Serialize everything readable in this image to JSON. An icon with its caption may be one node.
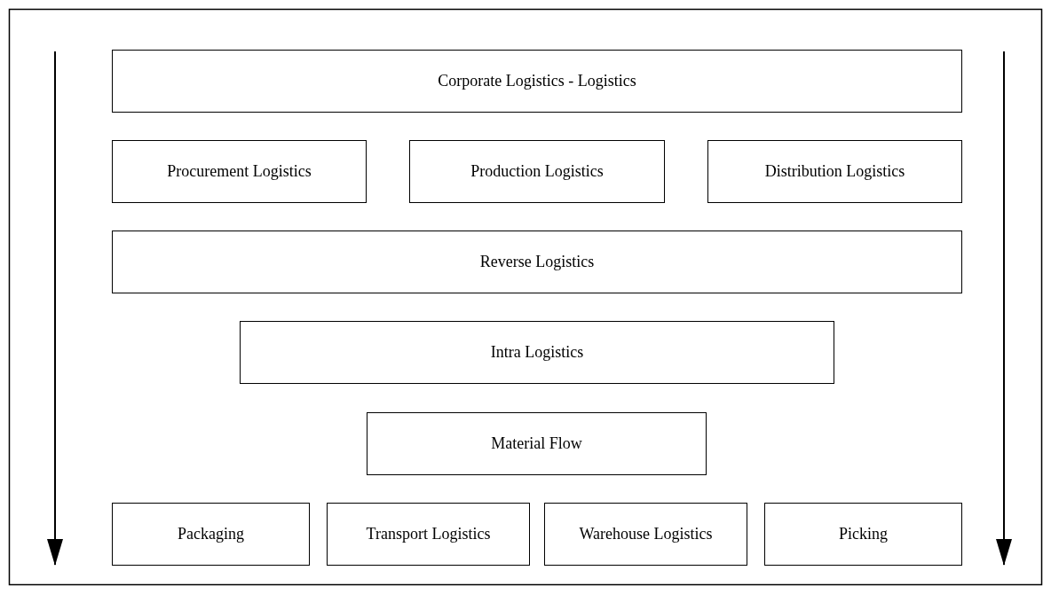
{
  "diagram": {
    "nodes": [
      {
        "text": [
          "Corporate Logistics - Logistics"
        ]
      },
      {
        "text": [
          "Procurement Logistics"
        ]
      },
      {
        "text": [
          "Production Logistics"
        ]
      },
      {
        "text": [
          "Distribution Logistics"
        ]
      },
      {
        "text": [
          "Reverse Logistics"
        ]
      },
      {
        "text": [
          "Intra Logistics"
        ]
      },
      {
        "text": [
          "Material Flow"
        ]
      },
      {
        "text": [
          "Packaging"
        ]
      },
      {
        "text": [
          "Transport Logistics"
        ]
      },
      {
        "text": [
          "Warehouse Logistics"
        ]
      },
      {
        "text": [
          "Picking"
        ]
      }
    ],
    "edges": []
  }
}
